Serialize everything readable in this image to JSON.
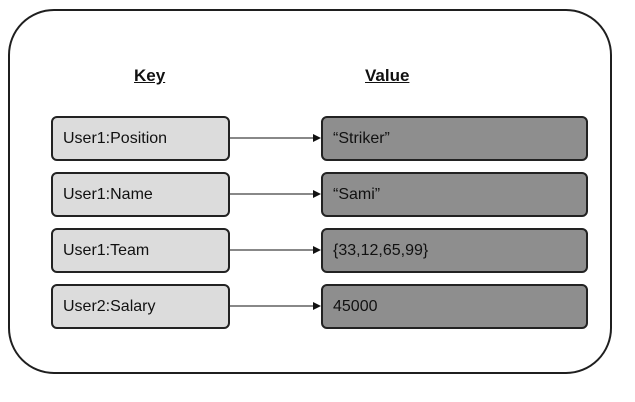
{
  "headings": {
    "key": "Key",
    "value": "Value"
  },
  "pairs": [
    {
      "key": "User1:Position",
      "value": "“Striker”"
    },
    {
      "key": "User1:Name",
      "value": "“Sami”"
    },
    {
      "key": "User1:Team",
      "value": "{33,12,65,99}"
    },
    {
      "key": "User2:Salary",
      "value": "45000"
    }
  ],
  "colors": {
    "key_fill": "#dcdcdc",
    "value_fill": "#8e8e8e",
    "stroke": "#222222"
  }
}
